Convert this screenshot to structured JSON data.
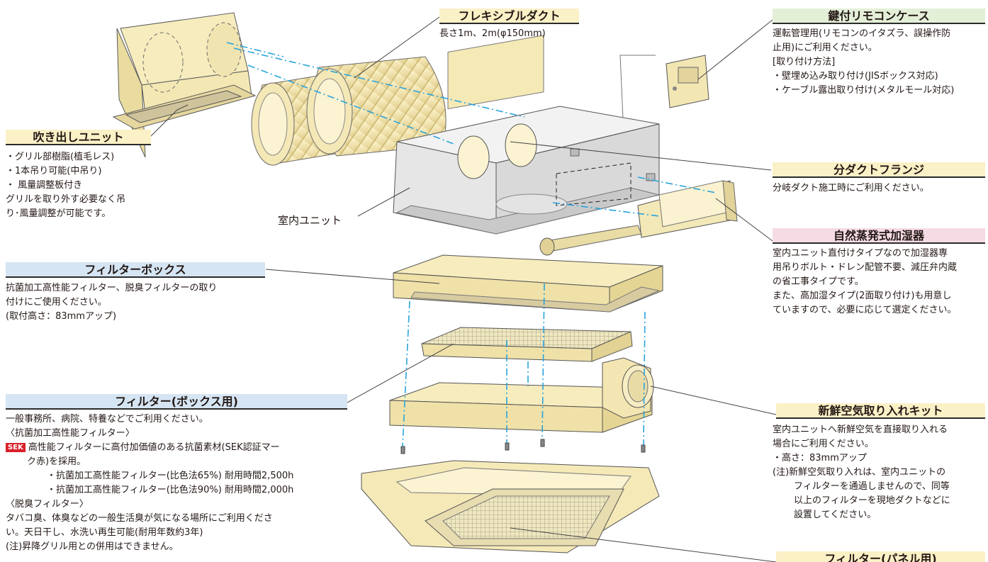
{
  "flex_duct": {
    "title": "フレキシブルダクト",
    "desc": "長さ1m、2m(φ150mm)"
  },
  "remote_case": {
    "title": "鍵付リモコンケース",
    "lines": [
      "運転管理用(リモコンのイタズラ、誤操作防",
      "止用)にご利用ください。",
      "[取り付け方法]",
      "・壁埋め込み取り付け(JISボックス対応)",
      "・ケーブル露出取り付け(メタルモール対応)"
    ]
  },
  "outlet_unit": {
    "title": "吹き出しユニット",
    "lines": [
      "・グリル部樹脂(植毛レス)",
      "・1本吊り可能(中吊り)",
      "・ 風量調整板付き",
      "グリルを取り外す必要なく吊",
      "り･風量調整が可能です。"
    ]
  },
  "indoor_unit": {
    "label": "室内ユニット"
  },
  "branch_flange": {
    "title": "分ダクトフランジ",
    "desc": "分岐ダクト施工時にご利用ください。"
  },
  "humidifier": {
    "title": "自然蒸発式加湿器",
    "lines": [
      "室内ユニット直付けタイプなので加湿器専",
      "用吊りボルト・ドレン配管不要、減圧弁内蔵",
      "の省工事タイプです。",
      "また、高加湿タイプ(2面取り付け)も用意し",
      "ていますので、必要に応じて選定ください。"
    ]
  },
  "filter_box": {
    "title": "フィルターボックス",
    "lines": [
      "抗菌加工高性能フィルター、脱臭フィルターの取り",
      "付けにご使用ください。",
      "(取付高さ：83mmアップ)"
    ]
  },
  "filter_box_use": {
    "title": "フィルター(ボックス用)",
    "line1": "一般事務所、病院、特養などでご利用ください。",
    "line2": "〈抗菌加工高性能フィルター〉",
    "sek_badge": "SEK",
    "line3": "高性能フィルターに高付加価値のある抗菌素材(SEK認証マー",
    "line4": "ク赤)を採用。",
    "line5": "・抗菌加工高性能フィルター(比色法65%)  耐用時間2,500h",
    "line6": "・抗菌加工高性能フィルター(比色法90%)  耐用時間2,000h",
    "line7": "〈脱臭フィルター〉",
    "line8": "タバコ臭、体臭などの一般生活臭が気になる場所にご利用くださ",
    "line9": "い。天日干し、水洗い再生可能(耐用年数約3年)",
    "line10": "(注)昇降グリル用との併用はできません。"
  },
  "fresh_air_kit": {
    "title": "新鮮空気取り入れキット",
    "lines": [
      "室内ユニットへ新鮮空気を直接取り入れる",
      "場合にご利用ください。",
      "・高さ：83mmアップ",
      "(注)新鮮空気取り入れは、室内ユニットの",
      "フィルターを通過しませんので、同等",
      "以上のフィルターを現地ダクトなどに",
      "設置してください。"
    ]
  },
  "filter_panel": {
    "title": "フィルター(パネル用)"
  }
}
